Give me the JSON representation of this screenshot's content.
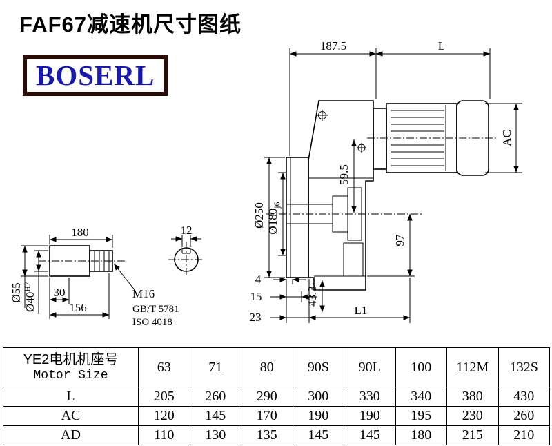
{
  "page": {
    "title": "FAF67减速机尺寸图纸",
    "logo_text": "BOSERL"
  },
  "drawing": {
    "main_view": {
      "dim_width_gearbox": "187.5",
      "dim_motor_length": "L",
      "dim_motor_height": "AC",
      "dia_flange": "Ø250",
      "dia_pilot": "Ø180",
      "dia_pilot_fit": "j6",
      "dim_axis_offset": "59.5",
      "dim_axis_to_bottom": "97",
      "dim_face_4": "4",
      "dim_face_15": "15",
      "dim_face_23": "23",
      "dim_motor_flange_length": "L1",
      "dim_keyway_depth": "43.3"
    },
    "shaft_detail": {
      "dim_shaft_length": "180",
      "dim_key_width": "12",
      "dia_shaft": "Ø55",
      "dia_bore": "Ø40",
      "dia_bore_fit": "H7",
      "dim_step": "30",
      "dim_usable_length": "156",
      "thread_callout": "M16",
      "standard_gb": "GB/T 5781",
      "standard_iso": "ISO 4018"
    }
  },
  "table": {
    "header": {
      "label_cn": "YE2电机机座号",
      "label_en": "Motor Size",
      "sizes": [
        "63",
        "71",
        "80",
        "90S",
        "90L",
        "100",
        "112M",
        "132S"
      ]
    },
    "rows": [
      {
        "label": "L",
        "values": [
          "205",
          "260",
          "290",
          "300",
          "330",
          "340",
          "380",
          "430"
        ]
      },
      {
        "label": "AC",
        "values": [
          "120",
          "145",
          "170",
          "190",
          "190",
          "195",
          "230",
          "260"
        ]
      },
      {
        "label": "AD",
        "values": [
          "110",
          "130",
          "135",
          "145",
          "145",
          "180",
          "215",
          "210"
        ]
      }
    ]
  },
  "colors": {
    "logo_text": "#1818ae",
    "logo_border": "#2a0d06",
    "drawing_lines": "#000000"
  }
}
